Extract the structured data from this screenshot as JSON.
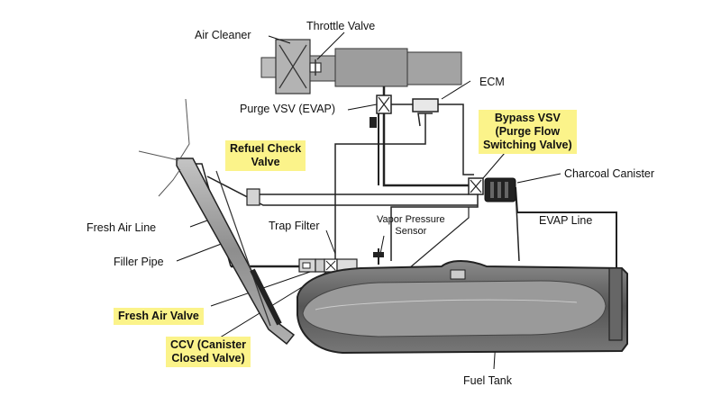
{
  "labels": {
    "air_cleaner": "Air Cleaner",
    "throttle_valve": "Throttle Valve",
    "ecm": "ECM",
    "purge_vsv": "Purge VSV (EVAP)",
    "bypass_vsv": [
      "Bypass VSV",
      "(Purge Flow",
      "Switching Valve)"
    ],
    "refuel_check_valve": [
      "Refuel Check",
      "Valve"
    ],
    "charcoal_canister": "Charcoal Canister",
    "fresh_air_line": "Fresh Air Line",
    "trap_filter": "Trap Filter",
    "vapor_pressure_sensor": [
      "Vapor Pressure",
      "Sensor"
    ],
    "evap_line": "EVAP Line",
    "filler_pipe": "Filler Pipe",
    "fresh_air_valve": "Fresh Air Valve",
    "ccv": [
      "CCV (Canister",
      "Closed Valve)"
    ],
    "fuel_tank": "Fuel Tank"
  },
  "colors": {
    "highlight": "#fbf38a",
    "line": "#111111",
    "component_gray": "#9a9a9a",
    "tank_dark": "#555555"
  }
}
